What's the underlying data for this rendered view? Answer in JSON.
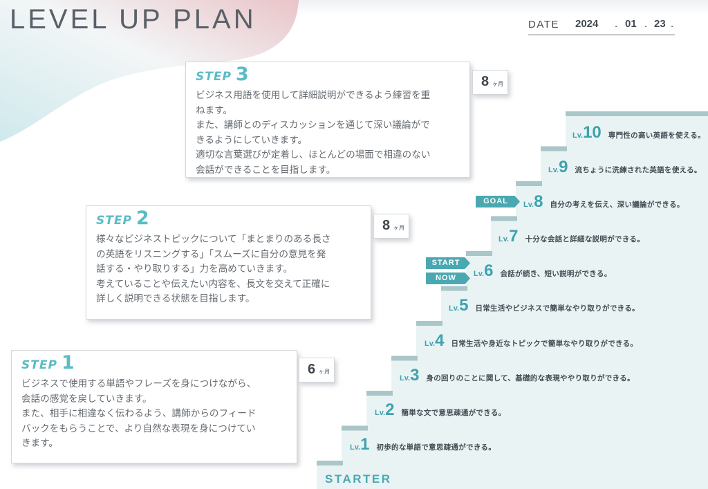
{
  "header": {
    "title": "LEVEL UP PLAN",
    "date_label": "DATE",
    "date_year": "2024",
    "date_month": "01",
    "date_day": "23",
    "date_sep": "."
  },
  "steps": [
    {
      "word": "STEP",
      "number": "3",
      "months": "8",
      "unit": "ヶ月",
      "lines": [
        "ビジネス用語を使用して詳細説明ができるよう練習を重",
        "ねます。",
        "また、講師とのディスカッションを通じて深い議論がで",
        "きるようにしていきます。",
        "適切な言葉選びが定着し、ほとんどの場面で相違のない",
        "会話ができることを目指します。"
      ]
    },
    {
      "word": "STEP",
      "number": "2",
      "months": "8",
      "unit": "ヶ月",
      "lines": [
        "様々なビジネストピックについて「まとまりのある長さ",
        "の英語をリスニングする」「スムーズに自分の意見を発",
        "話する・やり取りする」力を高めていきます。",
        "考えていることや伝えたい内容を、長文を交えて正確に",
        "詳しく説明できる状態を目指します。"
      ]
    },
    {
      "word": "STEP",
      "number": "1",
      "months": "6",
      "unit": "ヶ月",
      "lines": [
        "ビジネスで使用する単語やフレーズを身につけながら、",
        "会話の感覚を戻していきます。",
        "また、相手に相違なく伝わるよう、講師からのフィード",
        "バックをもらうことで、より自然な表現を身につけてい",
        "きます。"
      ]
    }
  ],
  "levels": [
    {
      "lv": "Lv.",
      "num": "10",
      "desc": "専門性の高い英語を使える。"
    },
    {
      "lv": "Lv.",
      "num": "9",
      "desc": "流ちょうに洗練された英語を使える。"
    },
    {
      "lv": "Lv.",
      "num": "8",
      "desc": "自分の考えを伝え、深い議論ができる。"
    },
    {
      "lv": "Lv.",
      "num": "7",
      "desc": "十分な会話と詳細な説明ができる。"
    },
    {
      "lv": "Lv.",
      "num": "6",
      "desc": "会話が続き、短い説明ができる。"
    },
    {
      "lv": "Lv.",
      "num": "5",
      "desc": "日常生活やビジネスで簡単なやり取りができる。"
    },
    {
      "lv": "Lv.",
      "num": "4",
      "desc": "日常生活や身近なトピックで簡単なやり取りができる。"
    },
    {
      "lv": "Lv.",
      "num": "3",
      "desc": "身の回りのことに関して、基礎的な表現ややり取りができる。"
    },
    {
      "lv": "Lv.",
      "num": "2",
      "desc": "簡単な文で意思疎通ができる。"
    },
    {
      "lv": "Lv.",
      "num": "1",
      "desc": "初歩的な単語で意思疎通ができる。"
    }
  ],
  "tags": {
    "goal": "GOAL",
    "start": "START",
    "now": "NOW",
    "starter": "STARTER"
  },
  "colors": {
    "accent": "#4aa8b1",
    "stair_face": "#e9f3f4",
    "stair_top": "#a9c6c9",
    "text": "#555c63"
  }
}
